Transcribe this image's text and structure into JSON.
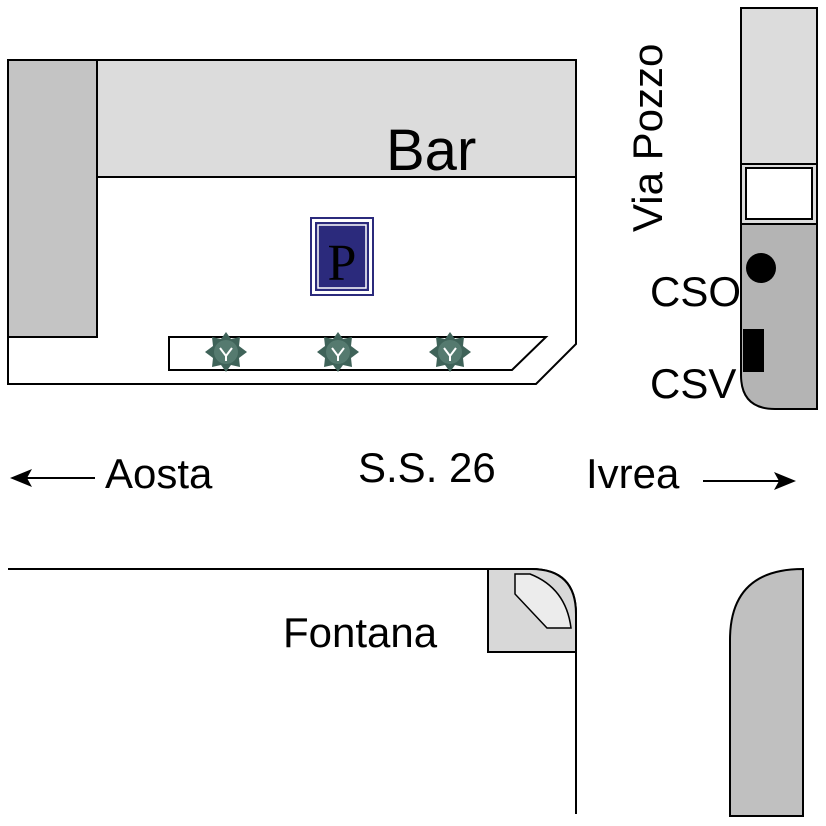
{
  "labels": {
    "bar": "Bar",
    "via_pozzo": "Via Pozzo",
    "cso": "CSO",
    "csv": "CSV",
    "aosta": "Aosta",
    "road": "S.S. 26",
    "ivrea": "Ivrea",
    "fontana": "Fontana",
    "parking_letter": "P"
  },
  "icons": {
    "parking": "parking-sign-icon",
    "tree": "tree-icon",
    "arrow_left": "arrow-left-icon",
    "arrow_right": "arrow-right-icon",
    "cso_marker": "filled-circle-icon",
    "csv_marker": "filled-rectangle-icon"
  },
  "colors": {
    "light_gray": "#dcdcdc",
    "mid_gray": "#b4b4b4",
    "dark_gray": "#c0c0c0",
    "parking_blue": "#2b2a7c",
    "tree_green": "#3f6359",
    "outline": "#000000"
  }
}
